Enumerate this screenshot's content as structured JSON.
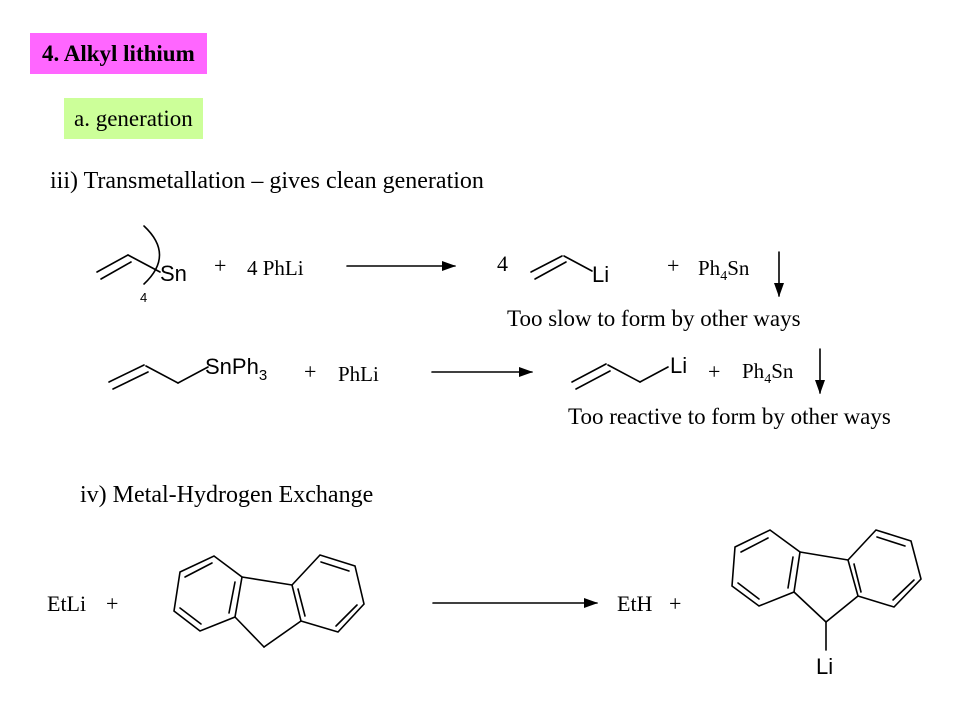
{
  "colors": {
    "section_bg": "#ff66ff",
    "subsection_bg": "#ccff99"
  },
  "header": {
    "section_title": "4. Alkyl lithium",
    "subsection_title": "a. generation"
  },
  "transmetallation": {
    "heading": "iii) Transmetallation – gives clean generation",
    "reaction1": {
      "reactant_metal": "Sn",
      "reactant_subscript": "4",
      "plus_1": "+",
      "reagent": "4 PhLi",
      "product_coeff": "4",
      "product_metal": "Li",
      "plus_2": "+",
      "byproduct_prefix": "Ph",
      "byproduct_subscript": "4",
      "byproduct_suffix": "Sn",
      "note": "Too slow to form by other ways"
    },
    "reaction2": {
      "reactant_group": "SnPh",
      "reactant_group_subscript": "3",
      "plus_1": "+",
      "reagent": "PhLi",
      "product_metal": "Li",
      "plus_2": "+",
      "byproduct_prefix": "Ph",
      "byproduct_subscript": "4",
      "byproduct_suffix": "Sn",
      "note": "Too reactive to form by other ways"
    }
  },
  "exchange": {
    "heading": "iv) Metal-Hydrogen Exchange",
    "reaction": {
      "reagent": "EtLi",
      "plus_1": "+",
      "product": "EtH",
      "plus_2": "+",
      "product_metal": "Li"
    }
  }
}
